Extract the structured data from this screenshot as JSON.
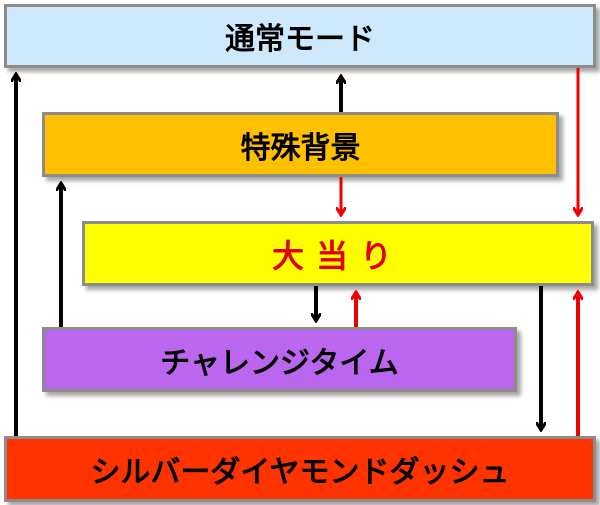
{
  "boxes": {
    "normal": {
      "label": "通常モード",
      "fill": "#cde9fb",
      "text_color": "#000000"
    },
    "special": {
      "label": "特殊背景",
      "fill": "#ffc000",
      "text_color": "#000000"
    },
    "hit": {
      "label": "大当り",
      "fill": "#ffff00",
      "text_color": "#e00000"
    },
    "challenge": {
      "label": "チャレンジタイム",
      "fill": "#bb66ee",
      "text_color": "#000000"
    },
    "silver": {
      "label": "シルバーダイヤモンドダッシュ",
      "fill": "#ff3300",
      "text_color": "#000000"
    }
  },
  "colors": {
    "black_arrow": "#000000",
    "red_arrow": "#ee0000"
  }
}
